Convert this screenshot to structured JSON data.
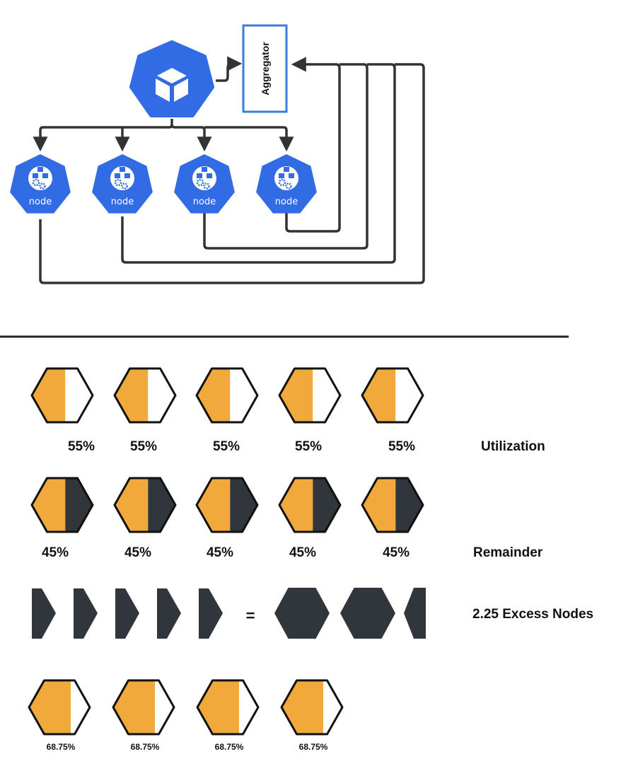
{
  "diagram": {
    "aggregator_label": "Aggregator",
    "node_label": "node",
    "node_count": 4
  },
  "utilization": {
    "label": "Utilization",
    "values": [
      "55%",
      "55%",
      "55%",
      "55%",
      "55%"
    ],
    "fill_fraction": 0.55
  },
  "remainder": {
    "label": "Remainder",
    "values": [
      "45%",
      "45%",
      "45%",
      "45%",
      "45%"
    ],
    "fill_fraction": 0.45
  },
  "excess": {
    "label": "2.25 Excess Nodes",
    "equals": "="
  },
  "redistributed": {
    "values": [
      "68.75%",
      "68.75%",
      "68.75%",
      "68.75%"
    ],
    "fill_fraction": 0.6875
  },
  "colors": {
    "k8s_blue": "#326ce5",
    "aggregator_border": "#3b7ddd",
    "utilization_orange": "#f2a93b",
    "remainder_dark": "#31363d",
    "line": "#333333"
  }
}
